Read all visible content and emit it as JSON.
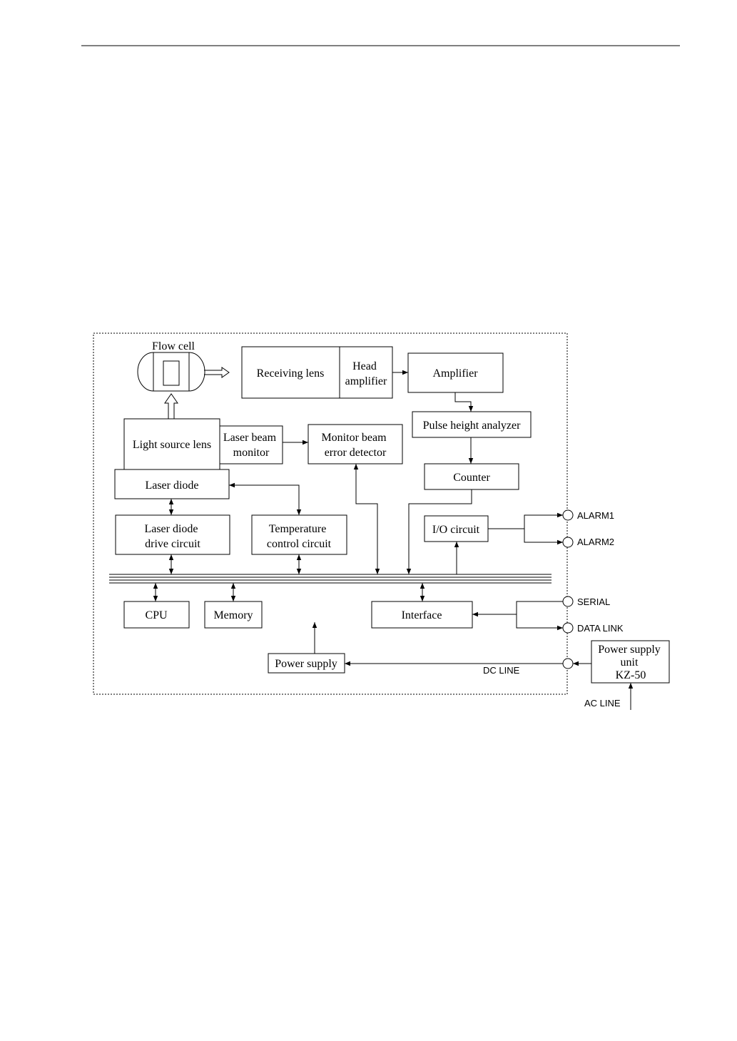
{
  "blocks": {
    "flow_cell": "Flow cell",
    "receiving_lens": "Receiving lens",
    "head_amplifier": [
      "Head",
      "amplifier"
    ],
    "amplifier": "Amplifier",
    "pulse_height_analyzer": "Pulse height analyzer",
    "light_source_lens": "Light source lens",
    "laser_beam_monitor": [
      "Laser beam",
      "monitor"
    ],
    "monitor_beam_error_detector": [
      "Monitor beam",
      "error detector"
    ],
    "counter": "Counter",
    "laser_diode": "Laser diode",
    "laser_diode_drive_circuit": [
      "Laser diode",
      "drive circuit"
    ],
    "temperature_control_circuit": [
      "Temperature",
      "control circuit"
    ],
    "io_circuit": "I/O circuit",
    "cpu": "CPU",
    "memory": "Memory",
    "interface": "Interface",
    "power_supply": "Power supply",
    "power_supply_unit": [
      "Power supply",
      "unit",
      "KZ-50"
    ]
  },
  "terminals": {
    "alarm1": "ALARM1",
    "alarm2": "ALARM2",
    "serial": "SERIAL",
    "data_link": "DATA LINK"
  },
  "lines": {
    "dc_line": "DC LINE",
    "ac_line": "AC LINE"
  }
}
